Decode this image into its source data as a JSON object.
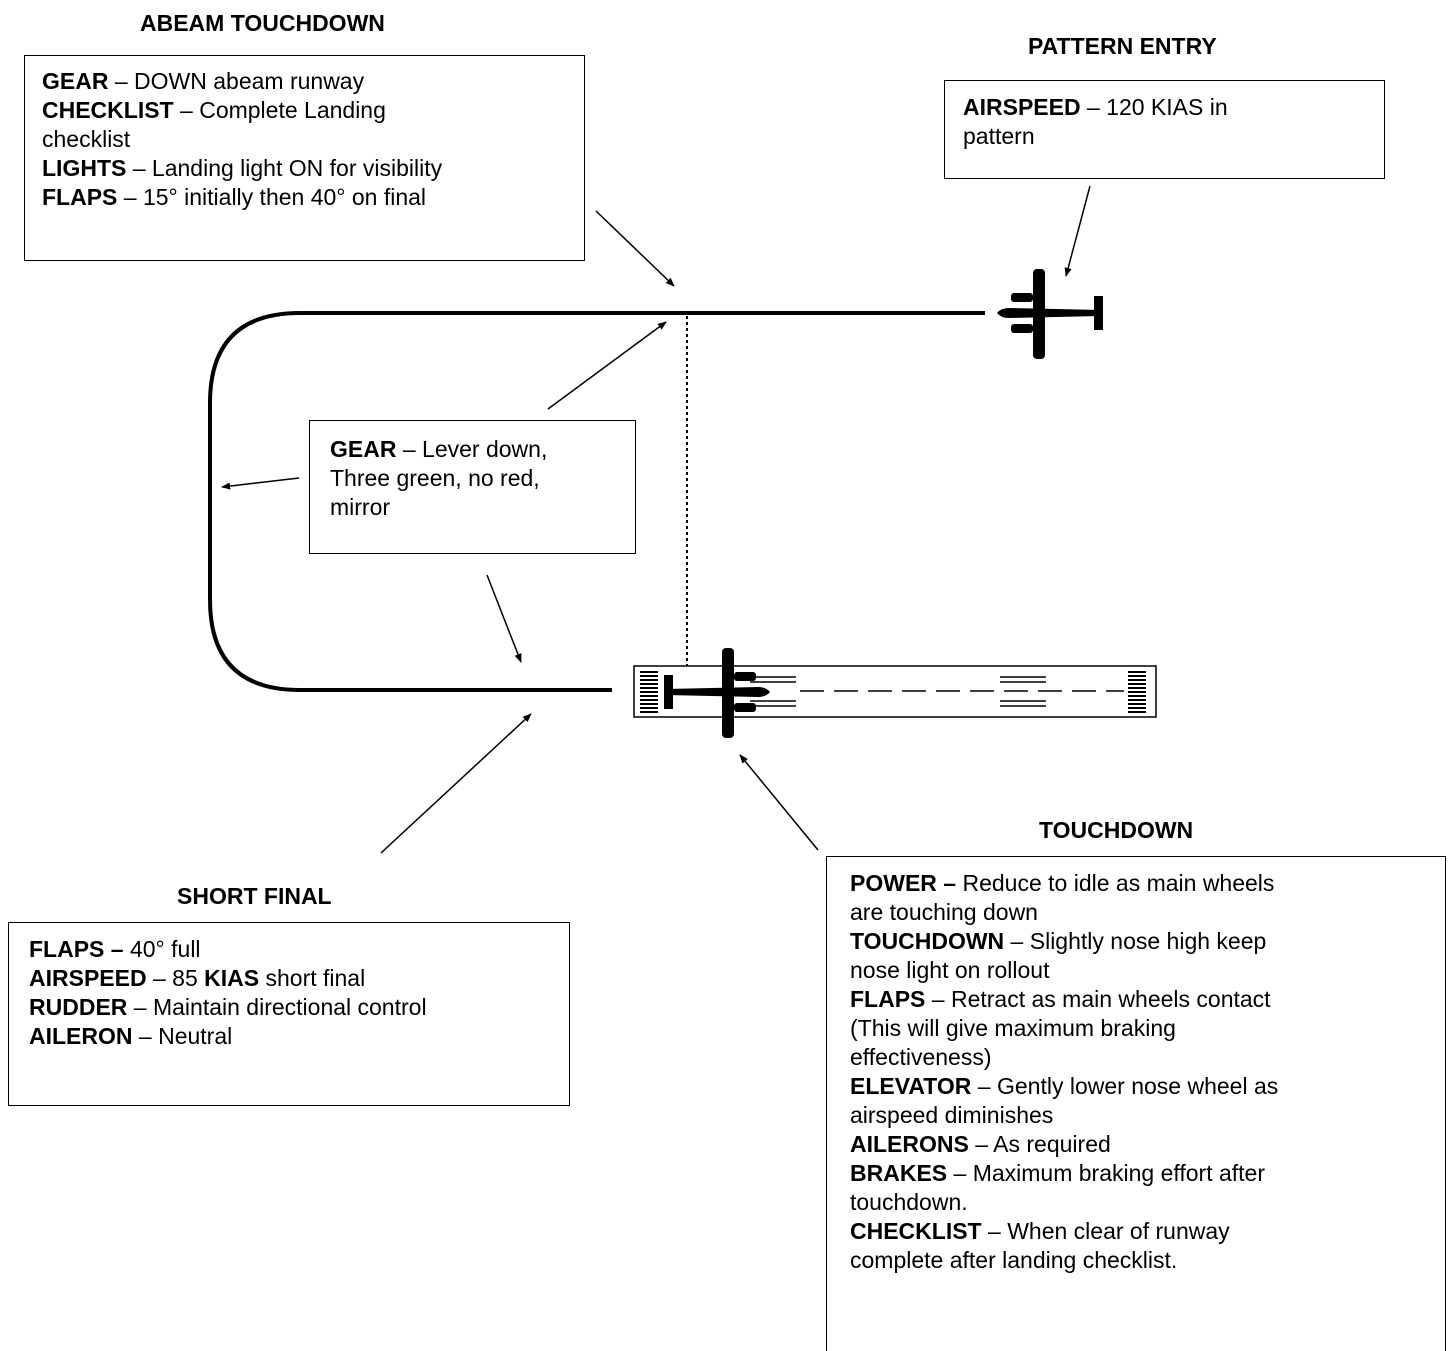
{
  "sections": {
    "abeam": {
      "heading": "ABEAM TOUCHDOWN",
      "lines": [
        {
          "label": "GEAR",
          "sep": " – ",
          "text": "DOWN abeam runway"
        },
        {
          "label": "CHECKLIST",
          "sep": " – ",
          "text": "Complete Landing"
        },
        {
          "label": "",
          "sep": "",
          "text": "checklist"
        },
        {
          "label": "LIGHTS",
          "sep": " – ",
          "text": "Landing light ON for visibility"
        },
        {
          "label": "FLAPS",
          "sep": " – ",
          "text": "15° initially then 40° on final"
        }
      ]
    },
    "pattern_entry": {
      "heading": "PATTERN ENTRY",
      "lines": [
        {
          "label": "AIRSPEED",
          "sep": " – ",
          "text": "120 KIAS in"
        },
        {
          "label": "",
          "sep": "",
          "text": "pattern"
        }
      ]
    },
    "base_gear": {
      "lines": [
        {
          "label": "GEAR",
          "sep": " – ",
          "text": "Lever down,"
        },
        {
          "label": "",
          "sep": "",
          "text": "Three green, no red,"
        },
        {
          "label": "",
          "sep": "",
          "text": "mirror"
        }
      ]
    },
    "short_final": {
      "heading": "SHORT FINAL",
      "lines": [
        {
          "label": "FLAPS –",
          "sep": " ",
          "text": "40° full"
        },
        {
          "label": "AIRSPEED",
          "sep": " – 85 ",
          "text": "short final",
          "label2": "KIAS"
        },
        {
          "label": "RUDDER",
          "sep": " – ",
          "text": "Maintain directional control"
        },
        {
          "label": "AILERON",
          "sep": " – ",
          "text": "Neutral"
        }
      ]
    },
    "touchdown": {
      "heading": "TOUCHDOWN",
      "lines": [
        {
          "label": "POWER –",
          "sep": " ",
          "text": "Reduce to idle as main wheels"
        },
        {
          "label": "",
          "sep": "",
          "text": "are touching down"
        },
        {
          "label": "TOUCHDOWN",
          "sep": " – ",
          "text": "Slightly nose high keep"
        },
        {
          "label": "",
          "sep": "",
          "text": "nose light on rollout"
        },
        {
          "label": "FLAPS",
          "sep": " – ",
          "text": "Retract as main wheels contact"
        },
        {
          "label": "",
          "sep": "",
          "text": "(This will give maximum braking"
        },
        {
          "label": "",
          "sep": "",
          "text": "effectiveness)"
        },
        {
          "label": "ELEVATOR",
          "sep": " – ",
          "text": "Gently lower nose wheel as"
        },
        {
          "label": "",
          "sep": "",
          "text": "airspeed diminishes"
        },
        {
          "label": "AILERONS",
          "sep": " – ",
          "text": "As required"
        },
        {
          "label": "BRAKES",
          "sep": " – ",
          "text": "Maximum braking effort after"
        },
        {
          "label": "",
          "sep": "",
          "text": "touchdown."
        },
        {
          "label": "CHECKLIST",
          "sep": " – ",
          "text": "When clear of runway"
        },
        {
          "label": "",
          "sep": "",
          "text": "complete after landing checklist."
        }
      ]
    }
  },
  "colors": {
    "ink": "#000000",
    "background": "#ffffff"
  },
  "icons": [
    "aircraft-icon",
    "runway-icon",
    "arrow-icon"
  ]
}
